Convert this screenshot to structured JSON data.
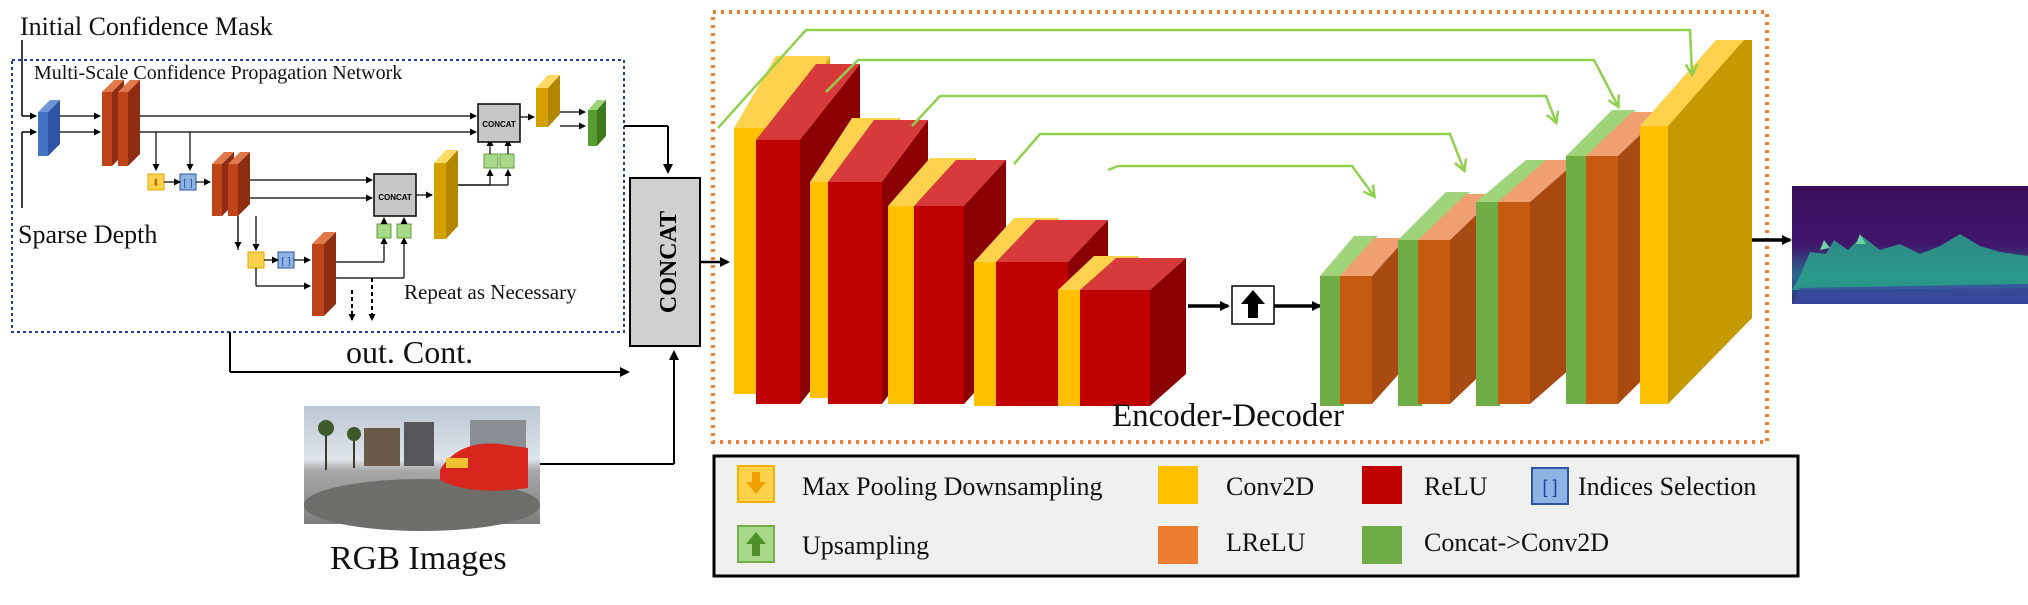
{
  "labels": {
    "initial_mask": "Initial Confidence Mask",
    "network_title": "Multi-Scale Confidence Propagation Network",
    "sparse_depth": "Sparse Depth",
    "repeat": "Repeat as Necessary",
    "out_cont": "out. Cont.",
    "concat_main": "CONCAT",
    "concat_small_1": "CONCAT",
    "concat_small_2": "CONCAT",
    "encoder_decoder": "Encoder-Decoder",
    "rgb_images": "RGB Images"
  },
  "legend": {
    "items": [
      {
        "label": "Max Pooling Downsampling",
        "icon": "down-arrow-icon",
        "color": "#FFD24D"
      },
      {
        "label": "Upsampling",
        "icon": "up-arrow-icon",
        "color": "#A8D88A"
      },
      {
        "label": "Conv2D",
        "icon": "conv2d-swatch",
        "color": "#FFC000"
      },
      {
        "label": "LReLU",
        "icon": "lrelu-swatch",
        "color": "#ED7D31"
      },
      {
        "label": "ReLU",
        "icon": "relu-swatch",
        "color": "#C00000"
      },
      {
        "label": "Concat->Conv2D",
        "icon": "concat-conv2d-swatch",
        "color": "#70AD47"
      },
      {
        "label": "Indices Selection",
        "icon": "bracket-icon",
        "color": "#8EB4E3"
      }
    ]
  },
  "colors": {
    "conv2d": "#FFC000",
    "relu": "#C00000",
    "lrelu": "#ED7D31",
    "concat_conv2d": "#70AD47",
    "skip_arrow": "#92D050",
    "network_border": "#1F3F9F",
    "encdec_border": "#ED7D31"
  }
}
